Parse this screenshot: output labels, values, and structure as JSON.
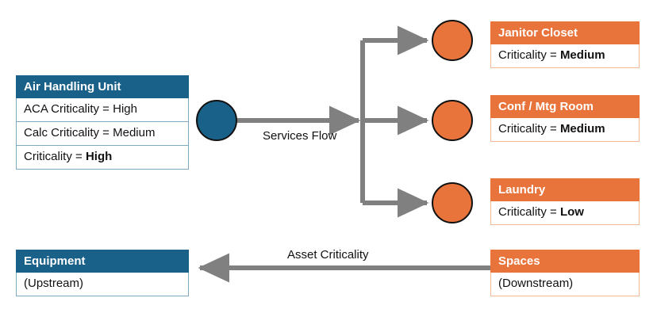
{
  "diagram": {
    "title_text_absent": "",
    "colors": {
      "equipment_blue": "#1A6189",
      "space_orange": "#E8743B",
      "connector_gray": "#808080",
      "node_outline": "#111111",
      "blue_border": "#7FA9C0",
      "orange_border": "#F0B895"
    },
    "source_card": {
      "header": "Air Handling Unit",
      "rows": [
        {
          "label": "ACA Criticality = ",
          "value": "High",
          "bold_value": false
        },
        {
          "label": "Calc Criticality = ",
          "value": "Medium",
          "bold_value": false
        },
        {
          "label": "Criticality = ",
          "value": "High",
          "bold_value": true
        }
      ]
    },
    "source_node": {
      "name": "air-handling-unit-node",
      "color": "#1A6189"
    },
    "flow_label": "Services Flow",
    "targets": [
      {
        "node_name": "janitor-closet-node",
        "header": "Janitor Closet",
        "row_label": "Criticality = ",
        "row_value": "Medium"
      },
      {
        "node_name": "conf-mtg-room-node",
        "header": "Conf / Mtg Room",
        "row_label": "Criticality = ",
        "row_value": "Medium"
      },
      {
        "node_name": "laundry-node",
        "header": "Laundry",
        "row_label": "Criticality = ",
        "row_value": "Low"
      }
    ],
    "legend": {
      "left": {
        "header": "Equipment",
        "row": "(Upstream)"
      },
      "arrow_label": "Asset Criticality",
      "right": {
        "header": "Spaces",
        "row": "(Downstream)"
      }
    }
  }
}
